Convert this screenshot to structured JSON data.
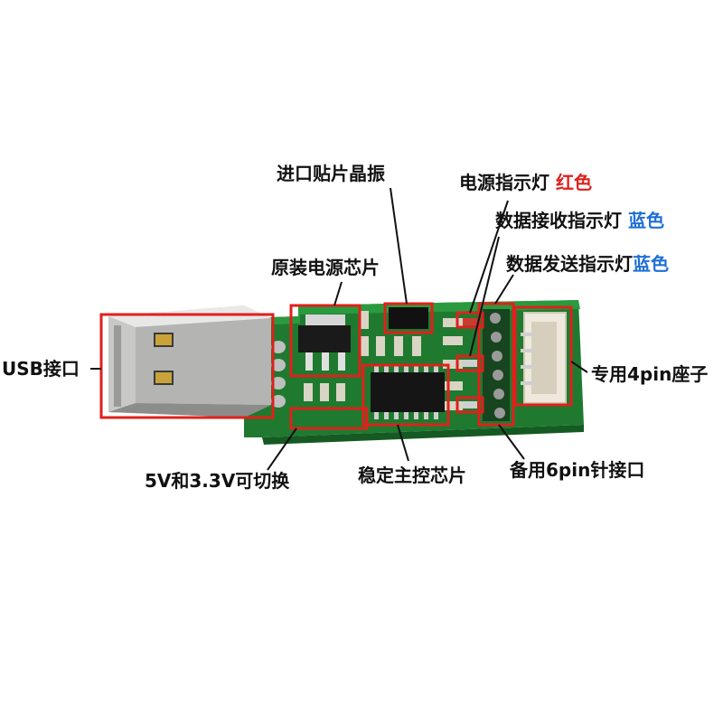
{
  "labels": {
    "usb_port": "USB接口",
    "crystal": "进口贴片晶振",
    "power_chip": "原装电源芯片",
    "power_led": "电源指示灯",
    "power_led_color": "红色",
    "rx_led": "数据接收指示灯",
    "rx_led_color": "蓝色",
    "tx_led": "数据发送指示灯",
    "tx_led_color": "蓝色",
    "socket_4pin": "专用4pin座子",
    "voltage_switch": "5V和3.3V可切换",
    "main_chip": "稳定主控芯片",
    "header_6pin": "备用6pin针接口"
  },
  "colors": {
    "callout": "#e0201c",
    "pcb": "#1f7a2f",
    "text": "#111111",
    "accent_blue": "#1f6fd6"
  }
}
